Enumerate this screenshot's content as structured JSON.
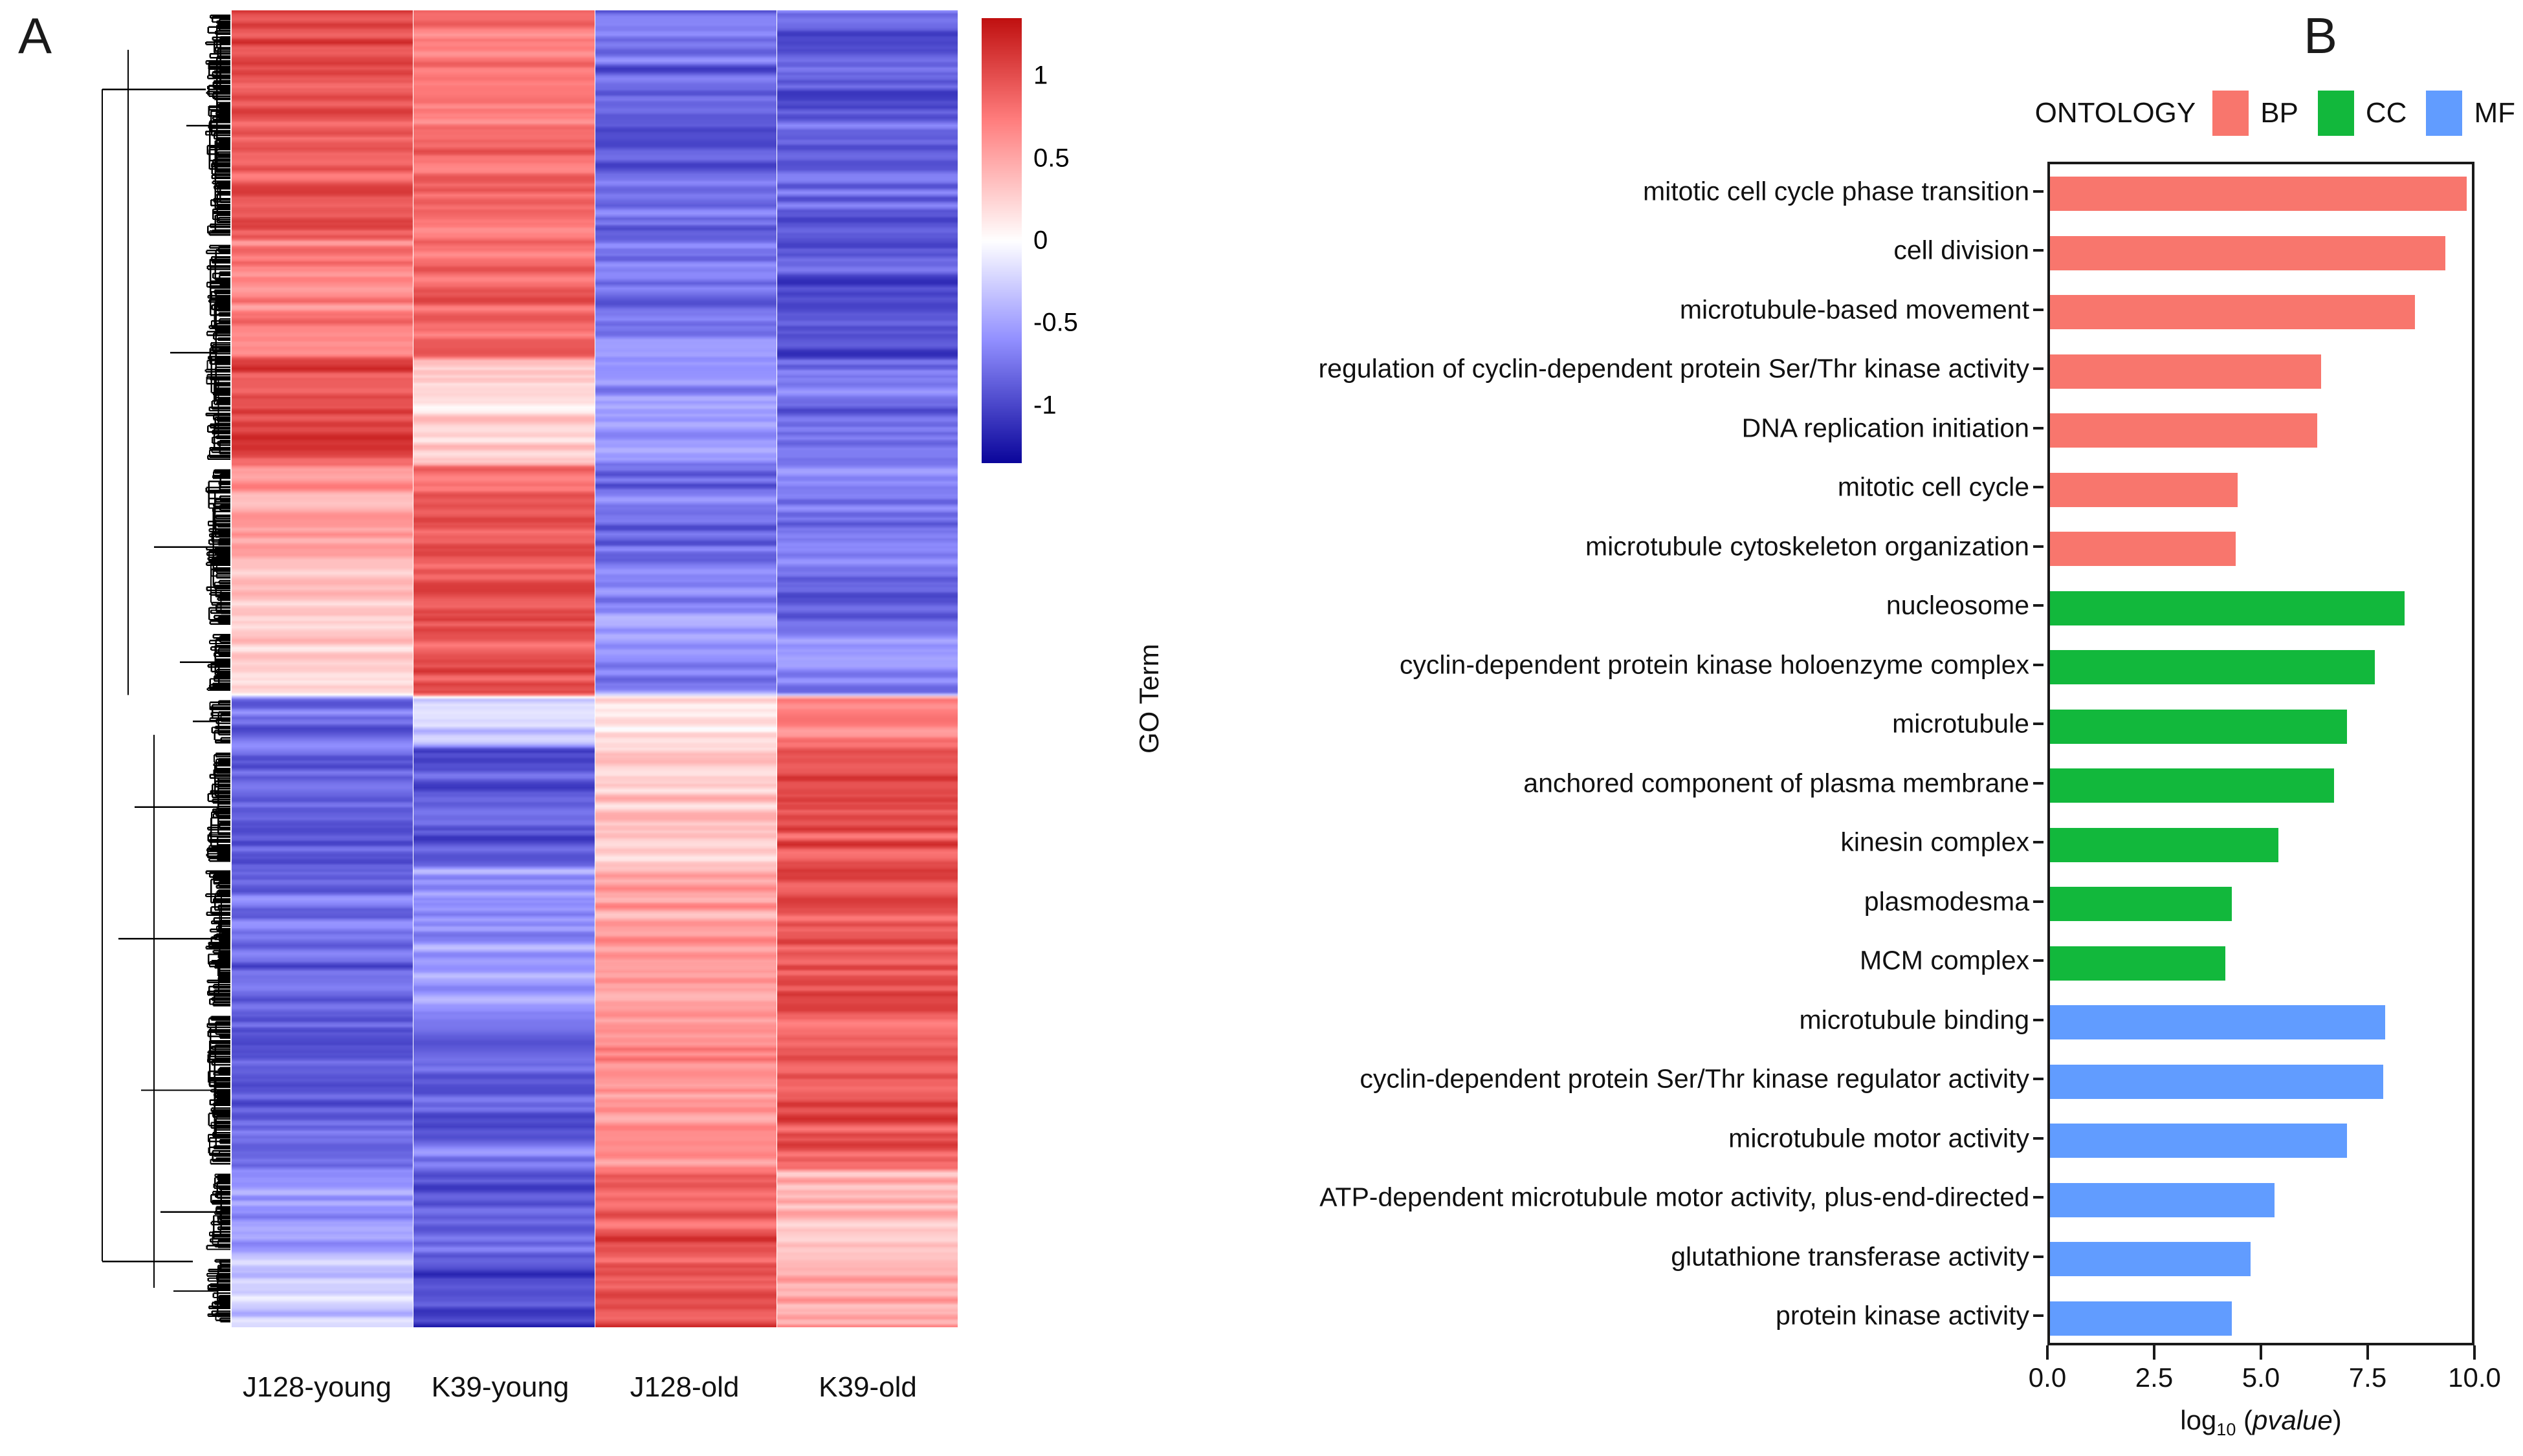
{
  "figure": {
    "panel_a_letter": "A",
    "panel_b_letter": "B"
  },
  "panel_a": {
    "type": "heatmap-with-dendrogram",
    "column_labels": [
      "J128-young",
      "K39-young",
      "J128-old",
      "K39-old"
    ],
    "colorbar": {
      "ticks": [
        "1",
        "0.5",
        "0",
        "-0.5",
        "-1"
      ],
      "tick_values": [
        1,
        0.5,
        0,
        -0.5,
        -1
      ],
      "vmin": -1.35,
      "vmax": 1.35,
      "color_high": "#C01111",
      "color_mid": "#FFFFFF",
      "color_low": "#0B069B"
    },
    "row_clustering": "hierarchical dendrogram on left",
    "n_columns": 4
  },
  "chart_data": {
    "type": "bar",
    "orientation": "horizontal",
    "title": "",
    "xlabel": "log10(pvalue)",
    "ylabel": "GO Term",
    "xlim": [
      0.0,
      10.0
    ],
    "xticks": [
      0.0,
      2.5,
      5.0,
      7.5,
      10.0
    ],
    "xtick_labels": [
      "0.0",
      "2.5",
      "5.0",
      "7.5",
      "10.0"
    ],
    "grid": false,
    "legend_position": "top-right",
    "legend_title": "ONTOLOGY",
    "series": [
      {
        "name": "BP",
        "color": "#F8766D"
      },
      {
        "name": "CC",
        "color": "#12B83C"
      },
      {
        "name": "MF",
        "color": "#619CFF"
      }
    ],
    "categories": [
      "mitotic cell cycle phase transition",
      "cell division",
      "microtubule-based movement",
      "regulation of cyclin-dependent protein Ser/Thr kinase activity",
      "DNA replication initiation",
      "mitotic cell cycle",
      "microtubule cytoskeleton organization",
      "nucleosome",
      "cyclin-dependent protein kinase holoenzyme complex",
      "microtubule",
      "anchored component of plasma membrane",
      "kinesin complex",
      "plasmodesma",
      "MCM complex",
      "microtubule binding",
      "cyclin-dependent protein Ser/Thr kinase regulator activity",
      "microtubule motor activity",
      "ATP-dependent microtubule motor activity, plus-end-directed",
      "glutathione transferase activity",
      "protein kinase activity"
    ],
    "values": [
      9.75,
      9.25,
      8.55,
      6.35,
      6.25,
      4.4,
      4.35,
      8.3,
      7.6,
      6.95,
      6.65,
      5.35,
      4.25,
      4.1,
      7.85,
      7.8,
      6.95,
      5.25,
      4.7,
      4.25
    ],
    "ontology": [
      "BP",
      "BP",
      "BP",
      "BP",
      "BP",
      "BP",
      "BP",
      "CC",
      "CC",
      "CC",
      "CC",
      "CC",
      "CC",
      "CC",
      "MF",
      "MF",
      "MF",
      "MF",
      "MF",
      "MF"
    ],
    "bar_colors": [
      "#F8766D",
      "#F8766D",
      "#F8766D",
      "#F8766D",
      "#F8766D",
      "#F8766D",
      "#F8766D",
      "#12B83C",
      "#12B83C",
      "#12B83C",
      "#12B83C",
      "#12B83C",
      "#12B83C",
      "#12B83C",
      "#619CFF",
      "#619CFF",
      "#619CFF",
      "#619CFF",
      "#619CFF",
      "#619CFF"
    ]
  }
}
